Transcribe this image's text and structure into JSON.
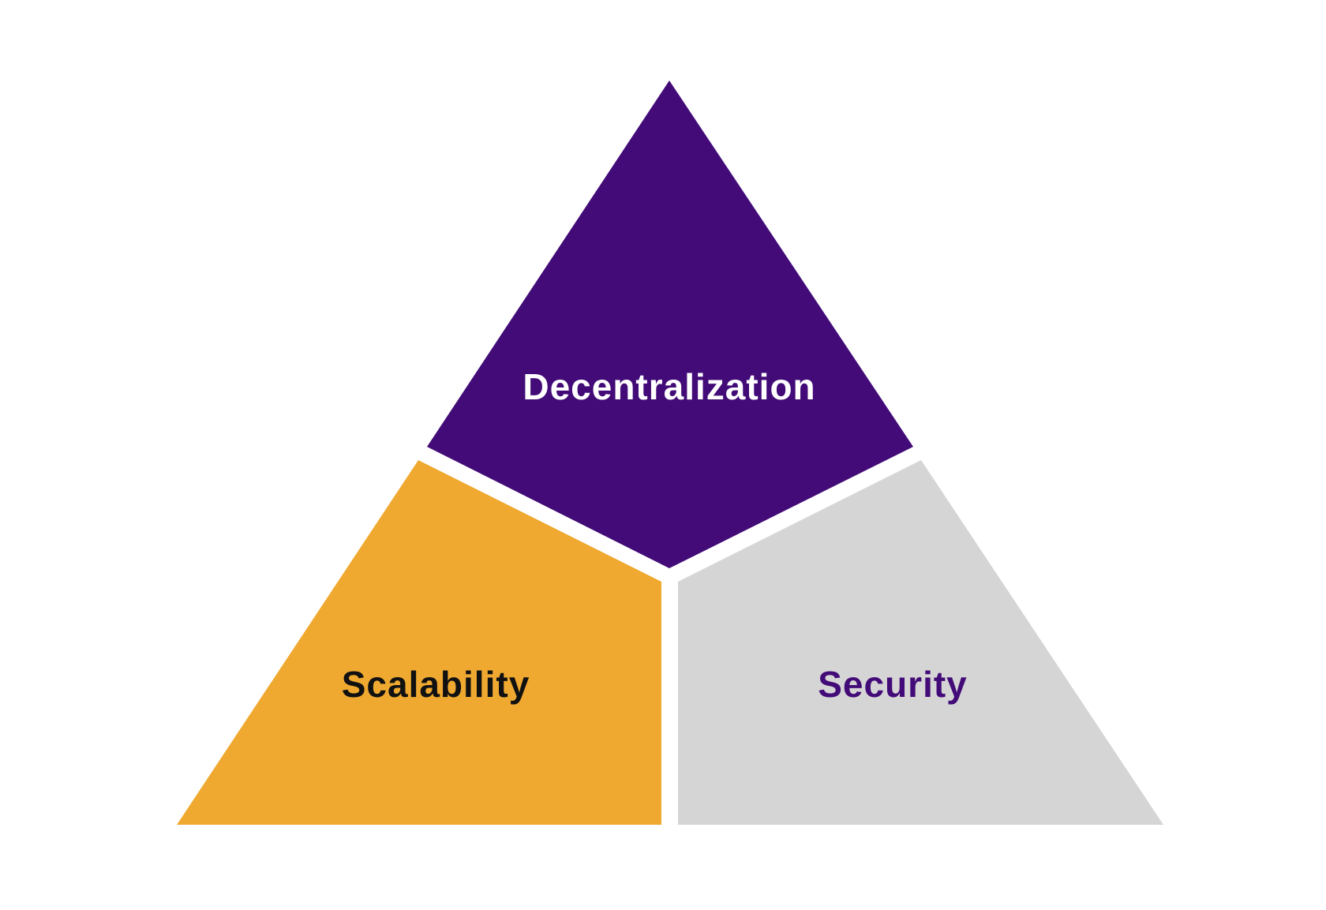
{
  "diagram": {
    "segments": {
      "top": {
        "label": "Decentralization",
        "fill": "#420b77",
        "text_color": "#ffffff"
      },
      "left": {
        "label": "Scalability",
        "fill": "#f0a930",
        "text_color": "#111111"
      },
      "right": {
        "label": "Security",
        "fill": "#d6d5d6",
        "text_color": "#420b77"
      }
    }
  }
}
